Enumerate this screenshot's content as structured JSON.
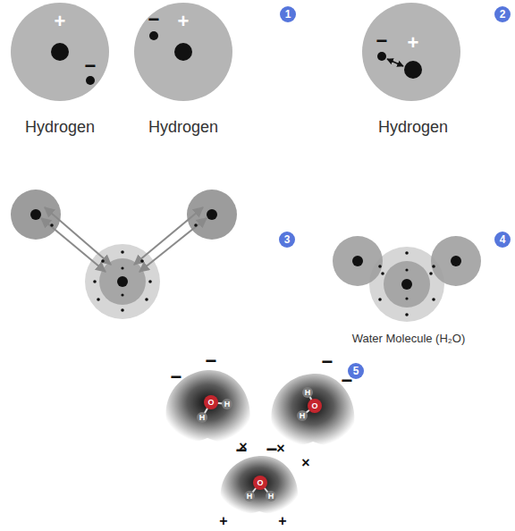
{
  "diagram": {
    "labels": [
      "1",
      "+",
      "−",
      "−",
      "+",
      "Hydrogen",
      "Hydrogen",
      "2",
      "−",
      "+",
      "Hydrogen",
      "3",
      "4",
      "Water Molecule (H₂O)",
      "5",
      "−",
      "−",
      "−",
      "−",
      "O",
      "H",
      "H",
      "O",
      "H",
      "H",
      "×",
      "×",
      "−",
      "−",
      "×",
      "O",
      "H",
      "H",
      "+",
      "+"
    ]
  }
}
